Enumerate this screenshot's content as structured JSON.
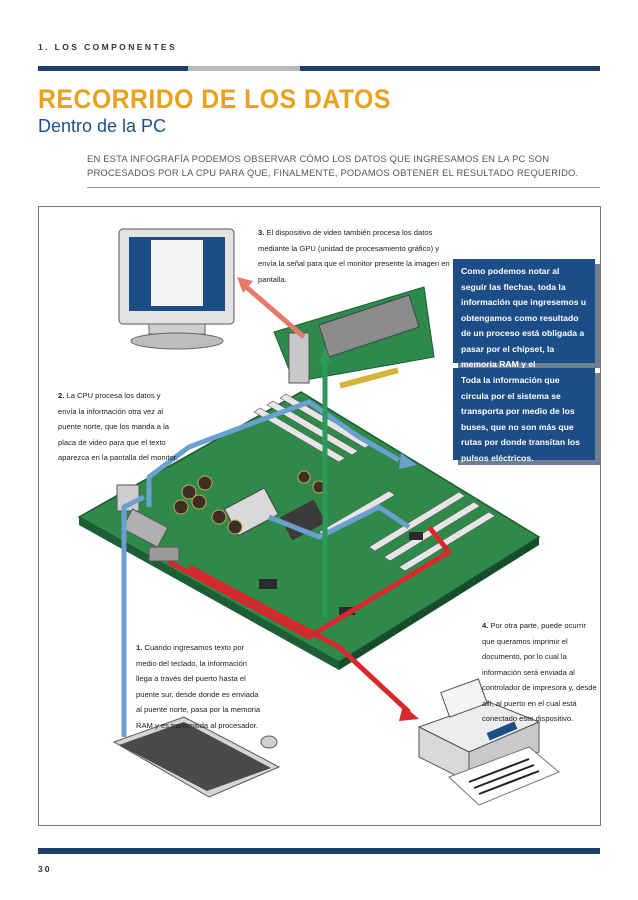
{
  "header": {
    "chapter": "1. LOS COMPONENTES"
  },
  "title": "RECORRIDO DE LOS DATOS",
  "subtitle": "Dentro de la PC",
  "intro": "EN ESTA INFOGRAFÍA PODEMOS OBSERVAR CÓMO LOS DATOS QUE INGRESAMOS EN LA PC SON PROCESADOS POR LA CPU PARA QUE, FINALMENTE, PODAMOS OBTENER EL RESULTADO REQUERIDO.",
  "steps": {
    "step1": {
      "num": "1.",
      "text": "Cuando ingresamos texto por medio del teclado, la información llega a través del puerto hasta el puente sur, desde donde es enviada al puente norte, pasa por la memoria RAM y es transmitida al procesador."
    },
    "step2": {
      "num": "2.",
      "text": "La CPU procesa los datos y envía la información otra vez al puente norte, que los manda a la placa de video para que el texto aparezca en la pantalla del monitor."
    },
    "step3": {
      "num": "3.",
      "text": "El dispositivo de video también procesa los datos mediante la GPU (unidad de procesamiento gráfico) y envía la señal para que el monitor presente la imagen en pantalla."
    },
    "step4": {
      "num": "4.",
      "text": "Por otra parte, puede ocurrir que queramos imprimir el documento, por lo cual la información será enviada al controlador de impresora y, desde allí, al puerto en el cual está conectado este dispositivo."
    }
  },
  "callouts": {
    "arrows": "Como podemos notar al seguir las flechas, toda la información que ingresemos u obtengamos como resultado de un proceso está obligada a pasar por el chipset, la memoria RAM y el microprocesador.",
    "buses": "Toda la información que circula por el sistema se transporta por medio de los buses, que no son más que rutas por donde transitan los pulsos eléctricos."
  },
  "colors": {
    "accent": "#e9a21b",
    "navy": "#1c3f6e",
    "board": "#2f8a4a",
    "arrow_red": "#d8272d",
    "arrow_blue": "#6a9fcf",
    "arrow_green": "#2c9a5a"
  },
  "footer": {
    "page": "30"
  }
}
